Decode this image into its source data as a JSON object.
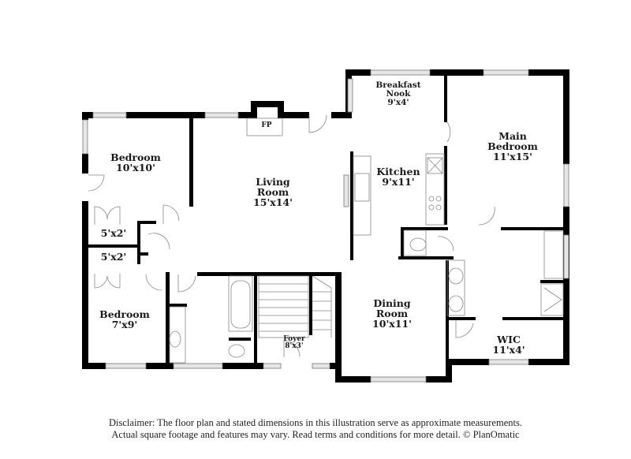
{
  "rooms": {
    "bedroom_1": {
      "name": "Bedroom",
      "dims": "10'x10'"
    },
    "living_room": {
      "name_line1": "Living",
      "name_line2": "Room",
      "dims": "15'x14'"
    },
    "fireplace": {
      "label": "FP"
    },
    "breakfast_nook": {
      "name_line1": "Breakfast",
      "name_line2": "Nook",
      "dims": "9'x4'"
    },
    "kitchen": {
      "name": "Kitchen",
      "dims": "9'x11'"
    },
    "main_bedroom": {
      "name_line1": "Main",
      "name_line2": "Bedroom",
      "dims": "11'x15'"
    },
    "closet_1": {
      "dims": "5'x2'"
    },
    "closet_2": {
      "dims": "5'x2'"
    },
    "bedroom_2": {
      "name": "Bedroom",
      "dims": "7'x9'"
    },
    "foyer": {
      "name": "Foyer",
      "dims": "8'x3'"
    },
    "dining_room": {
      "name_line1": "Dining",
      "name_line2": "Room",
      "dims": "10'x11'"
    },
    "wic": {
      "name": "WIC",
      "dims": "11'x4'"
    }
  },
  "disclaimer": {
    "line1": "Disclaimer: The floor plan and stated dimensions in this illustration serve as approximate measurements.",
    "line2": "Actual square footage and features may vary. Read terms and conditions for more detail. © PlanOmatic"
  },
  "colors": {
    "wall": "#000000",
    "window": "#d9d9d9",
    "fixture": "#888888"
  }
}
